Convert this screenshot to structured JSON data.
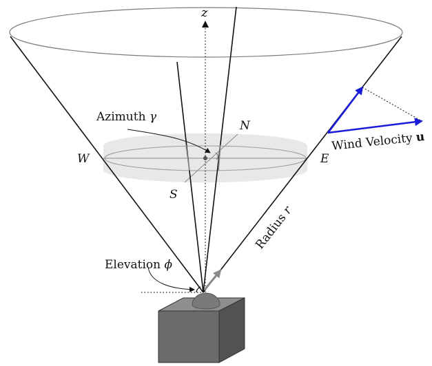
{
  "labels": {
    "z_axis": "z",
    "north": "N",
    "south": "S",
    "east": "E",
    "west": "W",
    "azimuth_text": "Azimuth ",
    "azimuth_symbol": "γ",
    "elevation_text": "Elevation ",
    "elevation_symbol": "ϕ",
    "radius_text": "Radius ",
    "radius_symbol": "r",
    "wind_text": "Wind Velocity ",
    "wind_symbol": "u"
  },
  "colors": {
    "cone_line": "#111111",
    "ellipse_line": "#7a7a7a",
    "disk_fill": "#e6e6e6",
    "wind_vector": "#1a1adb",
    "beam_arrow": "#8a8a8a",
    "box_front": "#6b6b6b",
    "box_top": "#8e8e8e",
    "box_side": "#515151",
    "dome": "#777777"
  }
}
